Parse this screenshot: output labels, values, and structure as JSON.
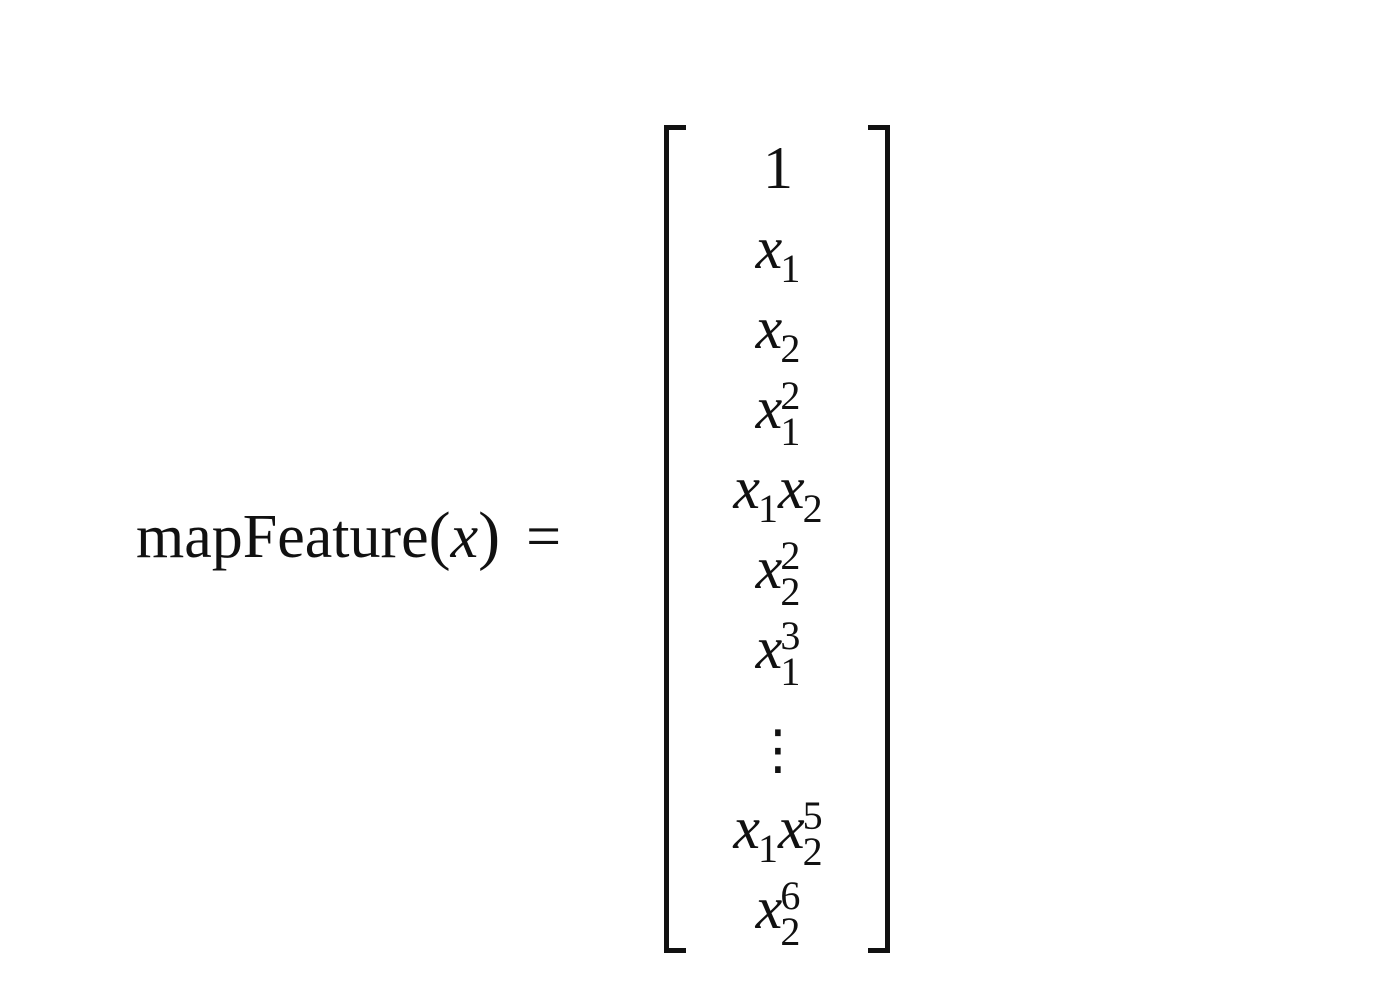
{
  "equation": {
    "function_name": "mapFeature",
    "open_paren": "(",
    "argument": "x",
    "close_paren": ")",
    "equals": "=",
    "vector": [
      {
        "id": "one",
        "text": "1"
      },
      {
        "id": "x1",
        "var": "x",
        "sub": "1"
      },
      {
        "id": "x2",
        "var": "x",
        "sub": "2"
      },
      {
        "id": "x1sq",
        "var": "x",
        "sub": "1",
        "sup": "2"
      },
      {
        "id": "x1x2",
        "var": "x",
        "sub": "1",
        "var2": "x",
        "sub2": "2"
      },
      {
        "id": "x2sq",
        "var": "x",
        "sub": "2",
        "sup": "2"
      },
      {
        "id": "x1cu",
        "var": "x",
        "sub": "1",
        "sup": "3"
      },
      {
        "id": "dots",
        "text": "⋮"
      },
      {
        "id": "x1x25",
        "var": "x",
        "sub": "1",
        "var2": "x",
        "sub2": "2",
        "sup2": "5"
      },
      {
        "id": "x26",
        "var": "x",
        "sub": "2",
        "sup": "6"
      }
    ]
  }
}
